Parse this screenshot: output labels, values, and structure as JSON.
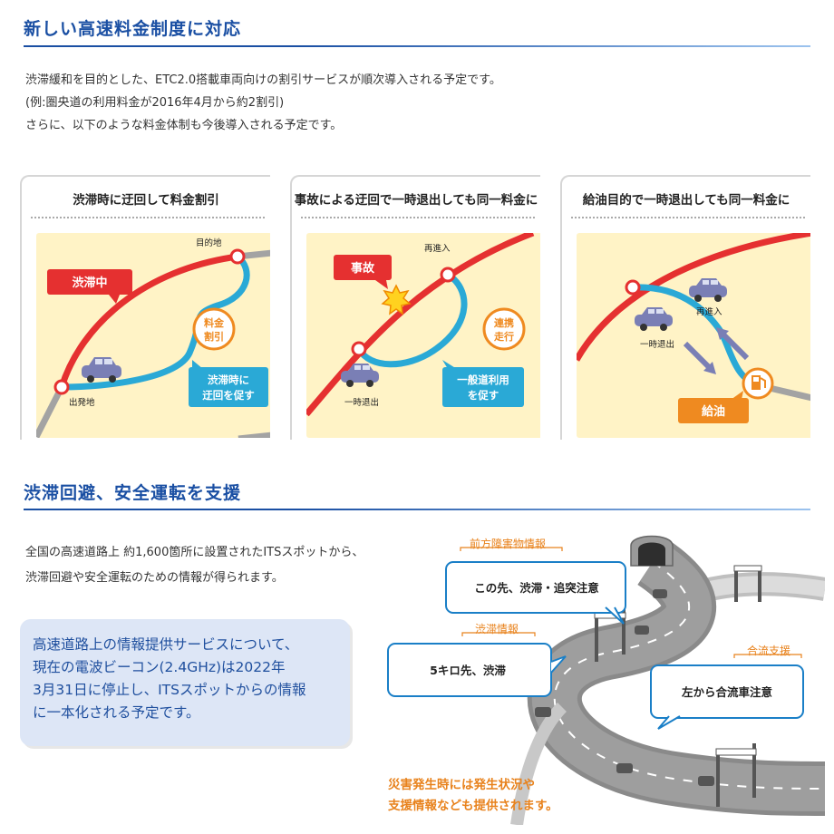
{
  "section1": {
    "title": "新しい高速料金制度に対応",
    "lines": [
      "渋滞緩和を目的とした、ETC2.0搭載車両向けの割引サービスが順次導入される予定です。",
      "(例:圏央道の利用料金が2016年4月から約2割引)",
      "さらに、以下のような料金体制も今後導入される予定です。"
    ]
  },
  "cards": [
    {
      "title": "渋滞時に迂回して料金割引",
      "labels": {
        "dest": "目的地",
        "origin": "出発地",
        "jam": "渋滞中",
        "discount_l1": "料金",
        "discount_l2": "割引",
        "promote_l1": "渋滞時に",
        "promote_l2": "迂回を促す"
      }
    },
    {
      "title": "事故による迂回で一時退出しても同一料金に",
      "labels": {
        "reenter": "再進入",
        "exit": "一時退出",
        "accident": "事故",
        "coop_l1": "連携",
        "coop_l2": "走行",
        "road_l1": "一般道利用",
        "road_l2": "を促す"
      }
    },
    {
      "title": "給油目的で一時退出しても同一料金に",
      "labels": {
        "reenter": "再進入",
        "exit": "一時退出",
        "fuel": "給油"
      }
    }
  ],
  "section2": {
    "title": "渋滞回避、安全運転を支援",
    "lines": [
      "全国の高速道路上 約1,600箇所に設置されたITSスポットから、",
      "渋滞回避や安全運転のための情報が得られます。"
    ],
    "box_lines": [
      "高速道路上の情報提供サービスについて、",
      "現在の電波ビーコン(2.4GHz)は2022年",
      "3月31日に停止し、ITSスポットからの情報",
      "に一本化される予定です。"
    ]
  },
  "illustration": {
    "obstacle": {
      "heading": "前方障害物情報",
      "message": "この先、渋滞・追突注意"
    },
    "congestion": {
      "heading": "渋滞情報",
      "message": "5キロ先、渋滞"
    },
    "merge": {
      "heading": "合流支援",
      "message": "左から合流車注意"
    },
    "disaster_l1": "災害発生時には発生状況や",
    "disaster_l2": "支援情報なども提供されます。"
  },
  "colors": {
    "brand_blue": "#1a4fa3",
    "road_red": "#e53030",
    "road_cyan": "#2aa9d6",
    "accent_orange": "#ef8a20",
    "card_bg": "#fff3c6"
  },
  "icons": [
    "car-icon",
    "accident-burst-icon",
    "fuel-pump-icon",
    "arrow-icon"
  ]
}
